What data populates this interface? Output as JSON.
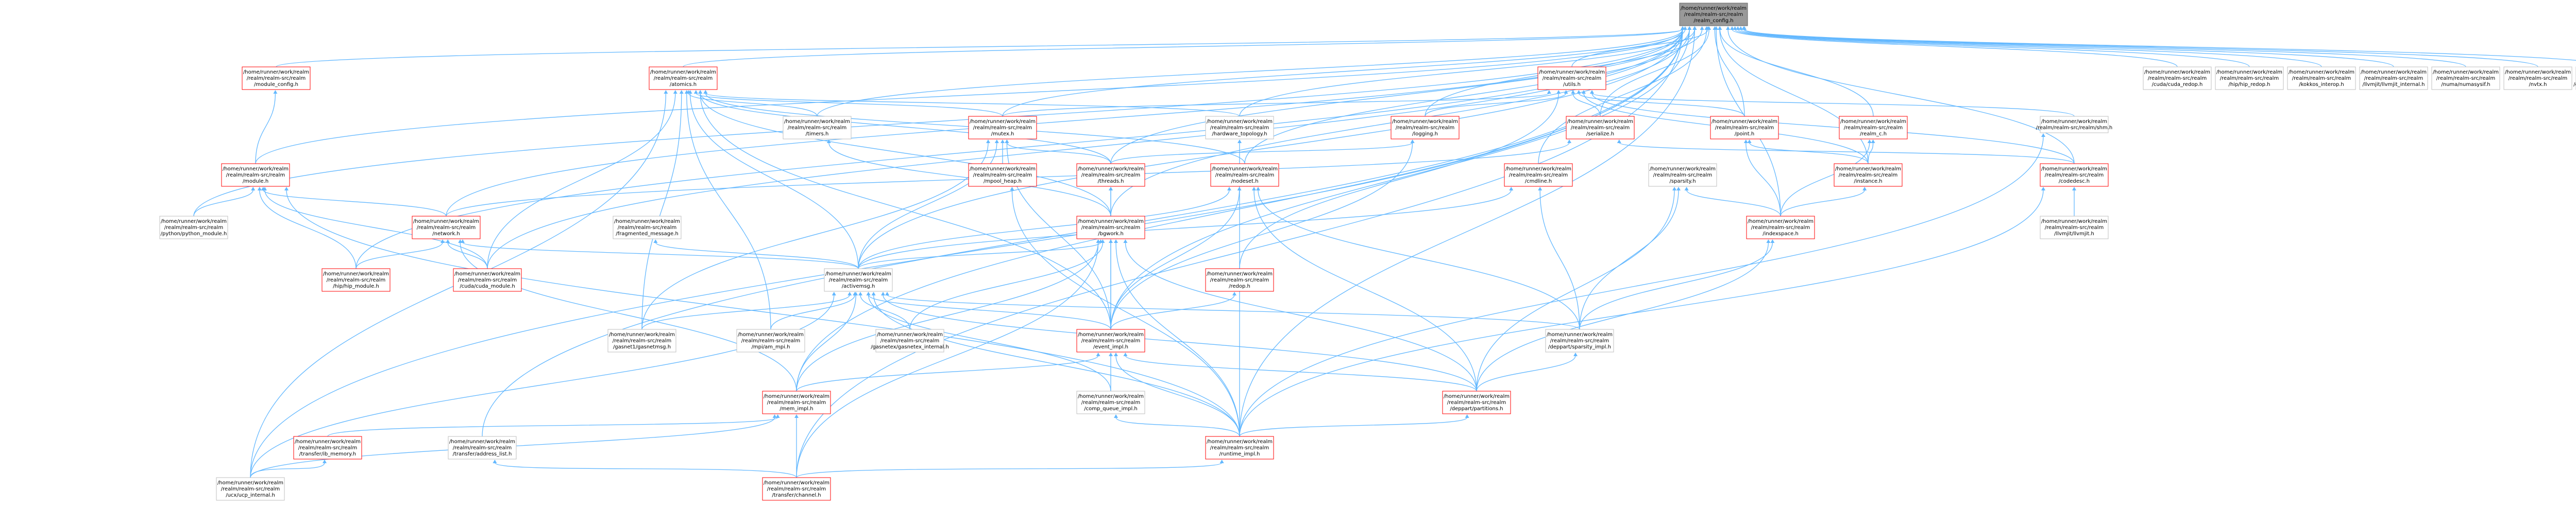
{
  "graph": {
    "colors": {
      "edge": "#63b8ff",
      "red_border": "#ff0000",
      "gray_border": "#bfbfbf",
      "root_fill": "#999999"
    },
    "nodes": [
      {
        "id": "root",
        "kind": "root",
        "lines": [
          "/home/runner/work/realm",
          "/realm/realm-src/realm",
          "/realm_config.h"
        ]
      },
      {
        "id": "n_module_config",
        "kind": "red",
        "lines": [
          "/home/runner/work/realm",
          "/realm/realm-src/realm",
          "/module_config.h"
        ]
      },
      {
        "id": "n_atomics",
        "kind": "red",
        "lines": [
          "/home/runner/work/realm",
          "/realm/realm-src/realm",
          "/atomics.h"
        ]
      },
      {
        "id": "n_utils",
        "kind": "red",
        "lines": [
          "/home/runner/work/realm",
          "/realm/realm-src/realm",
          "/utils.h"
        ]
      },
      {
        "id": "n_cuda_redop",
        "kind": "gray",
        "lines": [
          "/home/runner/work/realm",
          "/realm/realm-src/realm",
          "/cuda/cuda_redop.h"
        ]
      },
      {
        "id": "n_hip_redop",
        "kind": "gray",
        "lines": [
          "/home/runner/work/realm",
          "/realm/realm-src/realm",
          "/hip/hip_redop.h"
        ]
      },
      {
        "id": "n_kokkos_interop",
        "kind": "gray",
        "lines": [
          "/home/runner/work/realm",
          "/realm/realm-src/realm",
          "/kokkos_interop.h"
        ]
      },
      {
        "id": "n_llvmjit_internal",
        "kind": "gray",
        "lines": [
          "/home/runner/work/realm",
          "/realm/realm-src/realm",
          "/llvmjit/llvmjit_internal.h"
        ]
      },
      {
        "id": "n_numasysif",
        "kind": "gray",
        "lines": [
          "/home/runner/work/realm",
          "/realm/realm-src/realm",
          "/numa/numasysif.h"
        ]
      },
      {
        "id": "n_nvtx",
        "kind": "gray",
        "lines": [
          "/home/runner/work/realm",
          "/realm/realm-src/realm",
          "/nvtx.h"
        ]
      },
      {
        "id": "n_openmp_internal",
        "kind": "gray",
        "lines": [
          "/home/runner/work/realm",
          "/realm/realm-src/realm",
          "/openmp/openmp_internal.h"
        ]
      },
      {
        "id": "n_timers",
        "kind": "gray",
        "lines": [
          "/home/runner/work/realm",
          "/realm/realm-src/realm",
          "/timers.h"
        ]
      },
      {
        "id": "n_mutex",
        "kind": "red",
        "lines": [
          "/home/runner/work/realm",
          "/realm/realm-src/realm",
          "/mutex.h"
        ]
      },
      {
        "id": "n_hardware_topology",
        "kind": "gray",
        "lines": [
          "/home/runner/work/realm",
          "/realm/realm-src/realm",
          "/hardware_topology.h"
        ]
      },
      {
        "id": "n_logging",
        "kind": "red",
        "lines": [
          "/home/runner/work/realm",
          "/realm/realm-src/realm",
          "/logging.h"
        ]
      },
      {
        "id": "n_serialize",
        "kind": "red",
        "lines": [
          "/home/runner/work/realm",
          "/realm/realm-src/realm",
          "/serialize.h"
        ]
      },
      {
        "id": "n_point",
        "kind": "red",
        "lines": [
          "/home/runner/work/realm",
          "/realm/realm-src/realm",
          "/point.h"
        ]
      },
      {
        "id": "n_realm_c",
        "kind": "red",
        "lines": [
          "/home/runner/work/realm",
          "/realm/realm-src/realm",
          "/realm_c.h"
        ]
      },
      {
        "id": "n_shm",
        "kind": "gray",
        "lines": [
          "/home/runner/work/realm",
          "/realm/realm-src/realm/shm.h"
        ]
      },
      {
        "id": "n_module",
        "kind": "red",
        "lines": [
          "/home/runner/work/realm",
          "/realm/realm-src/realm",
          "/module.h"
        ]
      },
      {
        "id": "n_mpool_heap",
        "kind": "red",
        "lines": [
          "/home/runner/work/realm",
          "/realm/realm-src/realm",
          "/mpool_heap.h"
        ]
      },
      {
        "id": "n_threads",
        "kind": "red",
        "lines": [
          "/home/runner/work/realm",
          "/realm/realm-src/realm",
          "/threads.h"
        ]
      },
      {
        "id": "n_nodeset",
        "kind": "red",
        "lines": [
          "/home/runner/work/realm",
          "/realm/realm-src/realm",
          "/nodeset.h"
        ]
      },
      {
        "id": "n_cmdline",
        "kind": "red",
        "lines": [
          "/home/runner/work/realm",
          "/realm/realm-src/realm",
          "/cmdline.h"
        ]
      },
      {
        "id": "n_sparsity",
        "kind": "gray",
        "lines": [
          "/home/runner/work/realm",
          "/realm/realm-src/realm",
          "/sparsity.h"
        ]
      },
      {
        "id": "n_instance",
        "kind": "red",
        "lines": [
          "/home/runner/work/realm",
          "/realm/realm-src/realm",
          "/instance.h"
        ]
      },
      {
        "id": "n_codedesc",
        "kind": "red",
        "lines": [
          "/home/runner/work/realm",
          "/realm/realm-src/realm",
          "/codedesc.h"
        ]
      },
      {
        "id": "n_python_module",
        "kind": "gray",
        "lines": [
          "/home/runner/work/realm",
          "/realm/realm-src/realm",
          "/python/python_module.h"
        ]
      },
      {
        "id": "n_network",
        "kind": "red",
        "lines": [
          "/home/runner/work/realm",
          "/realm/realm-src/realm",
          "/network.h"
        ]
      },
      {
        "id": "n_fragmented_message",
        "kind": "gray",
        "lines": [
          "/home/runner/work/realm",
          "/realm/realm-src/realm",
          "/fragmented_message.h"
        ]
      },
      {
        "id": "n_bgwork",
        "kind": "red",
        "lines": [
          "/home/runner/work/realm",
          "/realm/realm-src/realm",
          "/bgwork.h"
        ]
      },
      {
        "id": "n_indexspace",
        "kind": "red",
        "lines": [
          "/home/runner/work/realm",
          "/realm/realm-src/realm",
          "/indexspace.h"
        ]
      },
      {
        "id": "n_llvmjit",
        "kind": "gray",
        "lines": [
          "/home/runner/work/realm",
          "/realm/realm-src/realm",
          "/llvmjit/llvmjit.h"
        ]
      },
      {
        "id": "n_hip_module",
        "kind": "red",
        "lines": [
          "/home/runner/work/realm",
          "/realm/realm-src/realm",
          "/hip/hip_module.h"
        ]
      },
      {
        "id": "n_cuda_module",
        "kind": "red",
        "lines": [
          "/home/runner/work/realm",
          "/realm/realm-src/realm",
          "/cuda/cuda_module.h"
        ]
      },
      {
        "id": "n_activemsg",
        "kind": "gray",
        "lines": [
          "/home/runner/work/realm",
          "/realm/realm-src/realm",
          "/activemsg.h"
        ]
      },
      {
        "id": "n_redop",
        "kind": "red",
        "lines": [
          "/home/runner/work/realm",
          "/realm/realm-src/realm",
          "/redop.h"
        ]
      },
      {
        "id": "n_gasnet1",
        "kind": "gray",
        "lines": [
          "/home/runner/work/realm",
          "/realm/realm-src/realm",
          "/gasnet1/gasnetmsg.h"
        ]
      },
      {
        "id": "n_am_mpi",
        "kind": "gray",
        "lines": [
          "/home/runner/work/realm",
          "/realm/realm-src/realm",
          "/mpi/am_mpi.h"
        ]
      },
      {
        "id": "n_gasnetex_internal",
        "kind": "gray",
        "lines": [
          "/home/runner/work/realm",
          "/realm/realm-src/realm",
          "/gasnetex/gasnetex_internal.h"
        ]
      },
      {
        "id": "n_event_impl",
        "kind": "red",
        "lines": [
          "/home/runner/work/realm",
          "/realm/realm-src/realm",
          "/event_impl.h"
        ]
      },
      {
        "id": "n_sparsity_impl",
        "kind": "gray",
        "lines": [
          "/home/runner/work/realm",
          "/realm/realm-src/realm",
          "/deppart/sparsity_impl.h"
        ]
      },
      {
        "id": "n_mem_impl",
        "kind": "red",
        "lines": [
          "/home/runner/work/realm",
          "/realm/realm-src/realm",
          "/mem_impl.h"
        ]
      },
      {
        "id": "n_comp_queue_impl",
        "kind": "gray",
        "lines": [
          "/home/runner/work/realm",
          "/realm/realm-src/realm",
          "/comp_queue_impl.h"
        ]
      },
      {
        "id": "n_partitions",
        "kind": "red",
        "lines": [
          "/home/runner/work/realm",
          "/realm/realm-src/realm",
          "/deppart/partitions.h"
        ]
      },
      {
        "id": "n_ib_memory",
        "kind": "red",
        "lines": [
          "/home/runner/work/realm",
          "/realm/realm-src/realm",
          "/transfer/ib_memory.h"
        ]
      },
      {
        "id": "n_address_list",
        "kind": "gray",
        "lines": [
          "/home/runner/work/realm",
          "/realm/realm-src/realm",
          "/transfer/address_list.h"
        ]
      },
      {
        "id": "n_runtime_impl",
        "kind": "red",
        "lines": [
          "/home/runner/work/realm",
          "/realm/realm-src/realm",
          "/runtime_impl.h"
        ]
      },
      {
        "id": "n_ucp_internal",
        "kind": "gray",
        "lines": [
          "/home/runner/work/realm",
          "/realm/realm-src/realm",
          "/ucx/ucp_internal.h"
        ]
      },
      {
        "id": "n_channel",
        "kind": "red",
        "lines": [
          "/home/runner/work/realm",
          "/realm/realm-src/realm",
          "/transfer/channel.h"
        ]
      }
    ],
    "edges": [
      [
        "n_module_config",
        "root"
      ],
      [
        "n_atomics",
        "root"
      ],
      [
        "n_utils",
        "root"
      ],
      [
        "n_cuda_redop",
        "root"
      ],
      [
        "n_hip_redop",
        "root"
      ],
      [
        "n_kokkos_interop",
        "root"
      ],
      [
        "n_llvmjit_internal",
        "root"
      ],
      [
        "n_numasysif",
        "root"
      ],
      [
        "n_nvtx",
        "root"
      ],
      [
        "n_openmp_internal",
        "root"
      ],
      [
        "n_timers",
        "root"
      ],
      [
        "n_mutex",
        "root"
      ],
      [
        "n_hardware_topology",
        "root"
      ],
      [
        "n_logging",
        "root"
      ],
      [
        "n_serialize",
        "root"
      ],
      [
        "n_point",
        "root"
      ],
      [
        "n_realm_c",
        "root"
      ],
      [
        "n_module",
        "root"
      ],
      [
        "n_threads",
        "root"
      ],
      [
        "n_nodeset",
        "root"
      ],
      [
        "n_cmdline",
        "root"
      ],
      [
        "n_instance",
        "root"
      ],
      [
        "n_network",
        "root"
      ],
      [
        "n_bgwork",
        "root"
      ],
      [
        "n_activemsg",
        "root"
      ],
      [
        "n_event_impl",
        "root"
      ],
      [
        "n_runtime_impl",
        "root"
      ],
      [
        "n_mem_impl",
        "root"
      ],
      [
        "n_channel",
        "root"
      ],
      [
        "n_ucp_internal",
        "root"
      ],
      [
        "n_cuda_module",
        "root"
      ],
      [
        "n_hip_module",
        "root"
      ],
      [
        "n_indexspace",
        "root"
      ],
      [
        "n_codedesc",
        "root"
      ],
      [
        "n_python_module",
        "root"
      ],
      [
        "n_address_list",
        "root"
      ],
      [
        "n_module",
        "n_module_config"
      ],
      [
        "n_timers",
        "n_atomics"
      ],
      [
        "n_mutex",
        "n_atomics"
      ],
      [
        "n_hardware_topology",
        "n_atomics"
      ],
      [
        "n_nodeset",
        "n_atomics"
      ],
      [
        "n_activemsg",
        "n_atomics"
      ],
      [
        "n_bgwork",
        "n_atomics"
      ],
      [
        "n_event_impl",
        "n_atomics"
      ],
      [
        "n_gasnet1",
        "n_atomics"
      ],
      [
        "n_am_mpi",
        "n_atomics"
      ],
      [
        "n_ucp_internal",
        "n_atomics"
      ],
      [
        "n_cuda_module",
        "n_atomics"
      ],
      [
        "n_threads",
        "n_atomics"
      ],
      [
        "n_serialize",
        "n_utils"
      ],
      [
        "n_logging",
        "n_utils"
      ],
      [
        "n_point",
        "n_utils"
      ],
      [
        "n_shm",
        "n_utils"
      ],
      [
        "n_codedesc",
        "n_utils"
      ],
      [
        "n_mutex",
        "n_utils"
      ],
      [
        "n_redop",
        "n_utils"
      ],
      [
        "n_instance",
        "n_utils"
      ],
      [
        "n_bgwork",
        "n_timers"
      ],
      [
        "n_mpool_heap",
        "n_mutex"
      ],
      [
        "n_threads",
        "n_mutex"
      ],
      [
        "n_activemsg",
        "n_mutex"
      ],
      [
        "n_gasnet1",
        "n_mutex"
      ],
      [
        "n_event_impl",
        "n_mutex"
      ],
      [
        "n_runtime_impl",
        "n_hardware_topology"
      ],
      [
        "n_threads",
        "n_logging"
      ],
      [
        "n_event_impl",
        "n_logging"
      ],
      [
        "n_network",
        "n_serialize"
      ],
      [
        "n_codedesc",
        "n_serialize"
      ],
      [
        "n_instance",
        "n_point"
      ],
      [
        "n_indexspace",
        "n_point"
      ],
      [
        "n_instance",
        "n_realm_c"
      ],
      [
        "n_indexspace",
        "n_realm_c"
      ],
      [
        "n_runtime_impl",
        "n_shm"
      ],
      [
        "n_python_module",
        "n_module"
      ],
      [
        "n_network",
        "n_module"
      ],
      [
        "n_cuda_module",
        "n_module"
      ],
      [
        "n_hip_module",
        "n_module"
      ],
      [
        "n_runtime_impl",
        "n_module"
      ],
      [
        "n_runtime_impl",
        "n_mpool_heap"
      ],
      [
        "n_bgwork",
        "n_threads"
      ],
      [
        "n_event_impl",
        "n_threads"
      ],
      [
        "n_activemsg",
        "n_nodeset"
      ],
      [
        "n_event_impl",
        "n_nodeset"
      ],
      [
        "n_partitions",
        "n_nodeset"
      ],
      [
        "n_sparsity_impl",
        "n_nodeset"
      ],
      [
        "n_activemsg",
        "n_cmdline"
      ],
      [
        "n_sparsity_impl",
        "n_cmdline"
      ],
      [
        "n_indexspace",
        "n_sparsity"
      ],
      [
        "n_sparsity_impl",
        "n_sparsity"
      ],
      [
        "n_partitions",
        "n_sparsity"
      ],
      [
        "n_indexspace",
        "n_instance"
      ],
      [
        "n_llvmjit",
        "n_codedesc"
      ],
      [
        "n_runtime_impl",
        "n_codedesc"
      ],
      [
        "n_activemsg",
        "n_network"
      ],
      [
        "n_hip_module",
        "n_network"
      ],
      [
        "n_cuda_module",
        "n_network"
      ],
      [
        "n_mem_impl",
        "n_network"
      ],
      [
        "n_activemsg",
        "n_fragmented_message"
      ],
      [
        "n_activemsg",
        "n_bgwork"
      ],
      [
        "n_event_impl",
        "n_bgwork"
      ],
      [
        "n_mem_impl",
        "n_bgwork"
      ],
      [
        "n_channel",
        "n_bgwork"
      ],
      [
        "n_runtime_impl",
        "n_bgwork"
      ],
      [
        "n_partitions",
        "n_bgwork"
      ],
      [
        "n_gasnetex_internal",
        "n_bgwork"
      ],
      [
        "n_sparsity_impl",
        "n_indexspace"
      ],
      [
        "n_partitions",
        "n_indexspace"
      ],
      [
        "n_gasnet1",
        "n_activemsg"
      ],
      [
        "n_am_mpi",
        "n_activemsg"
      ],
      [
        "n_gasnetex_internal",
        "n_activemsg"
      ],
      [
        "n_event_impl",
        "n_activemsg"
      ],
      [
        "n_mem_impl",
        "n_activemsg"
      ],
      [
        "n_comp_queue_impl",
        "n_activemsg"
      ],
      [
        "n_partitions",
        "n_activemsg"
      ],
      [
        "n_runtime_impl",
        "n_activemsg"
      ],
      [
        "n_ucp_internal",
        "n_activemsg"
      ],
      [
        "n_sparsity_impl",
        "n_activemsg"
      ],
      [
        "n_event_impl",
        "n_redop"
      ],
      [
        "n_comp_queue_impl",
        "n_event_impl"
      ],
      [
        "n_partitions",
        "n_event_impl"
      ],
      [
        "n_runtime_impl",
        "n_event_impl"
      ],
      [
        "n_mem_impl",
        "n_event_impl"
      ],
      [
        "n_partitions",
        "n_sparsity_impl"
      ],
      [
        "n_ib_memory",
        "n_mem_impl"
      ],
      [
        "n_channel",
        "n_mem_impl"
      ],
      [
        "n_ucp_internal",
        "n_mem_impl"
      ],
      [
        "n_runtime_impl",
        "n_comp_queue_impl"
      ],
      [
        "n_runtime_impl",
        "n_partitions"
      ],
      [
        "n_ucp_internal",
        "n_ib_memory"
      ],
      [
        "n_channel",
        "n_address_list"
      ],
      [
        "n_channel",
        "n_runtime_impl"
      ]
    ]
  }
}
